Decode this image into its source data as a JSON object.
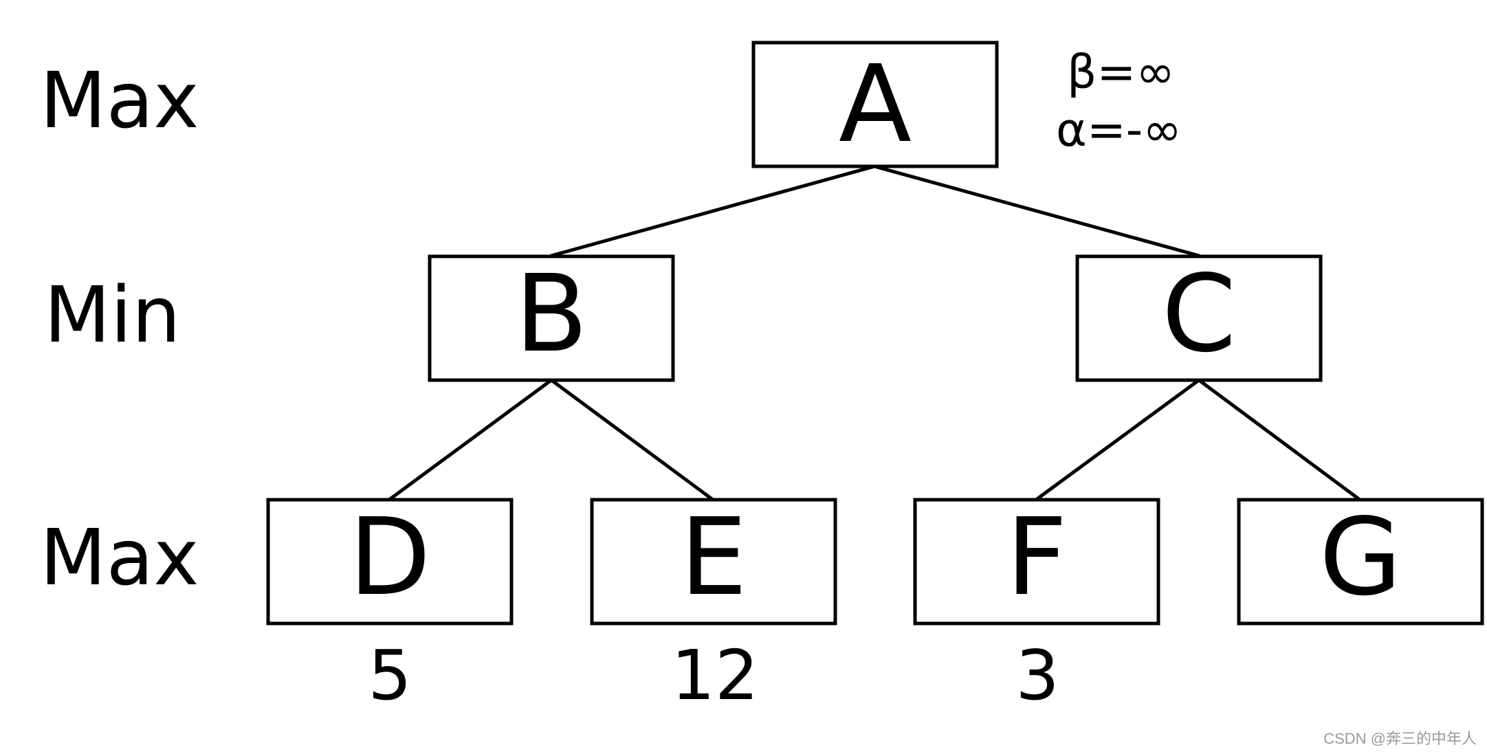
{
  "levels": [
    "Max",
    "Min",
    "Max"
  ],
  "nodes": {
    "A": "A",
    "B": "B",
    "C": "C",
    "D": "D",
    "E": "E",
    "F": "F",
    "G": "G"
  },
  "leaf_values": {
    "D": "5",
    "E": "12",
    "F": "3"
  },
  "annotations": {
    "beta": "β=∞",
    "alpha": "α=-∞"
  },
  "edges": [
    [
      "A",
      "B"
    ],
    [
      "A",
      "C"
    ],
    [
      "B",
      "D"
    ],
    [
      "B",
      "E"
    ],
    [
      "C",
      "F"
    ],
    [
      "C",
      "G"
    ]
  ],
  "watermark": "CSDN @奔三的中年人"
}
